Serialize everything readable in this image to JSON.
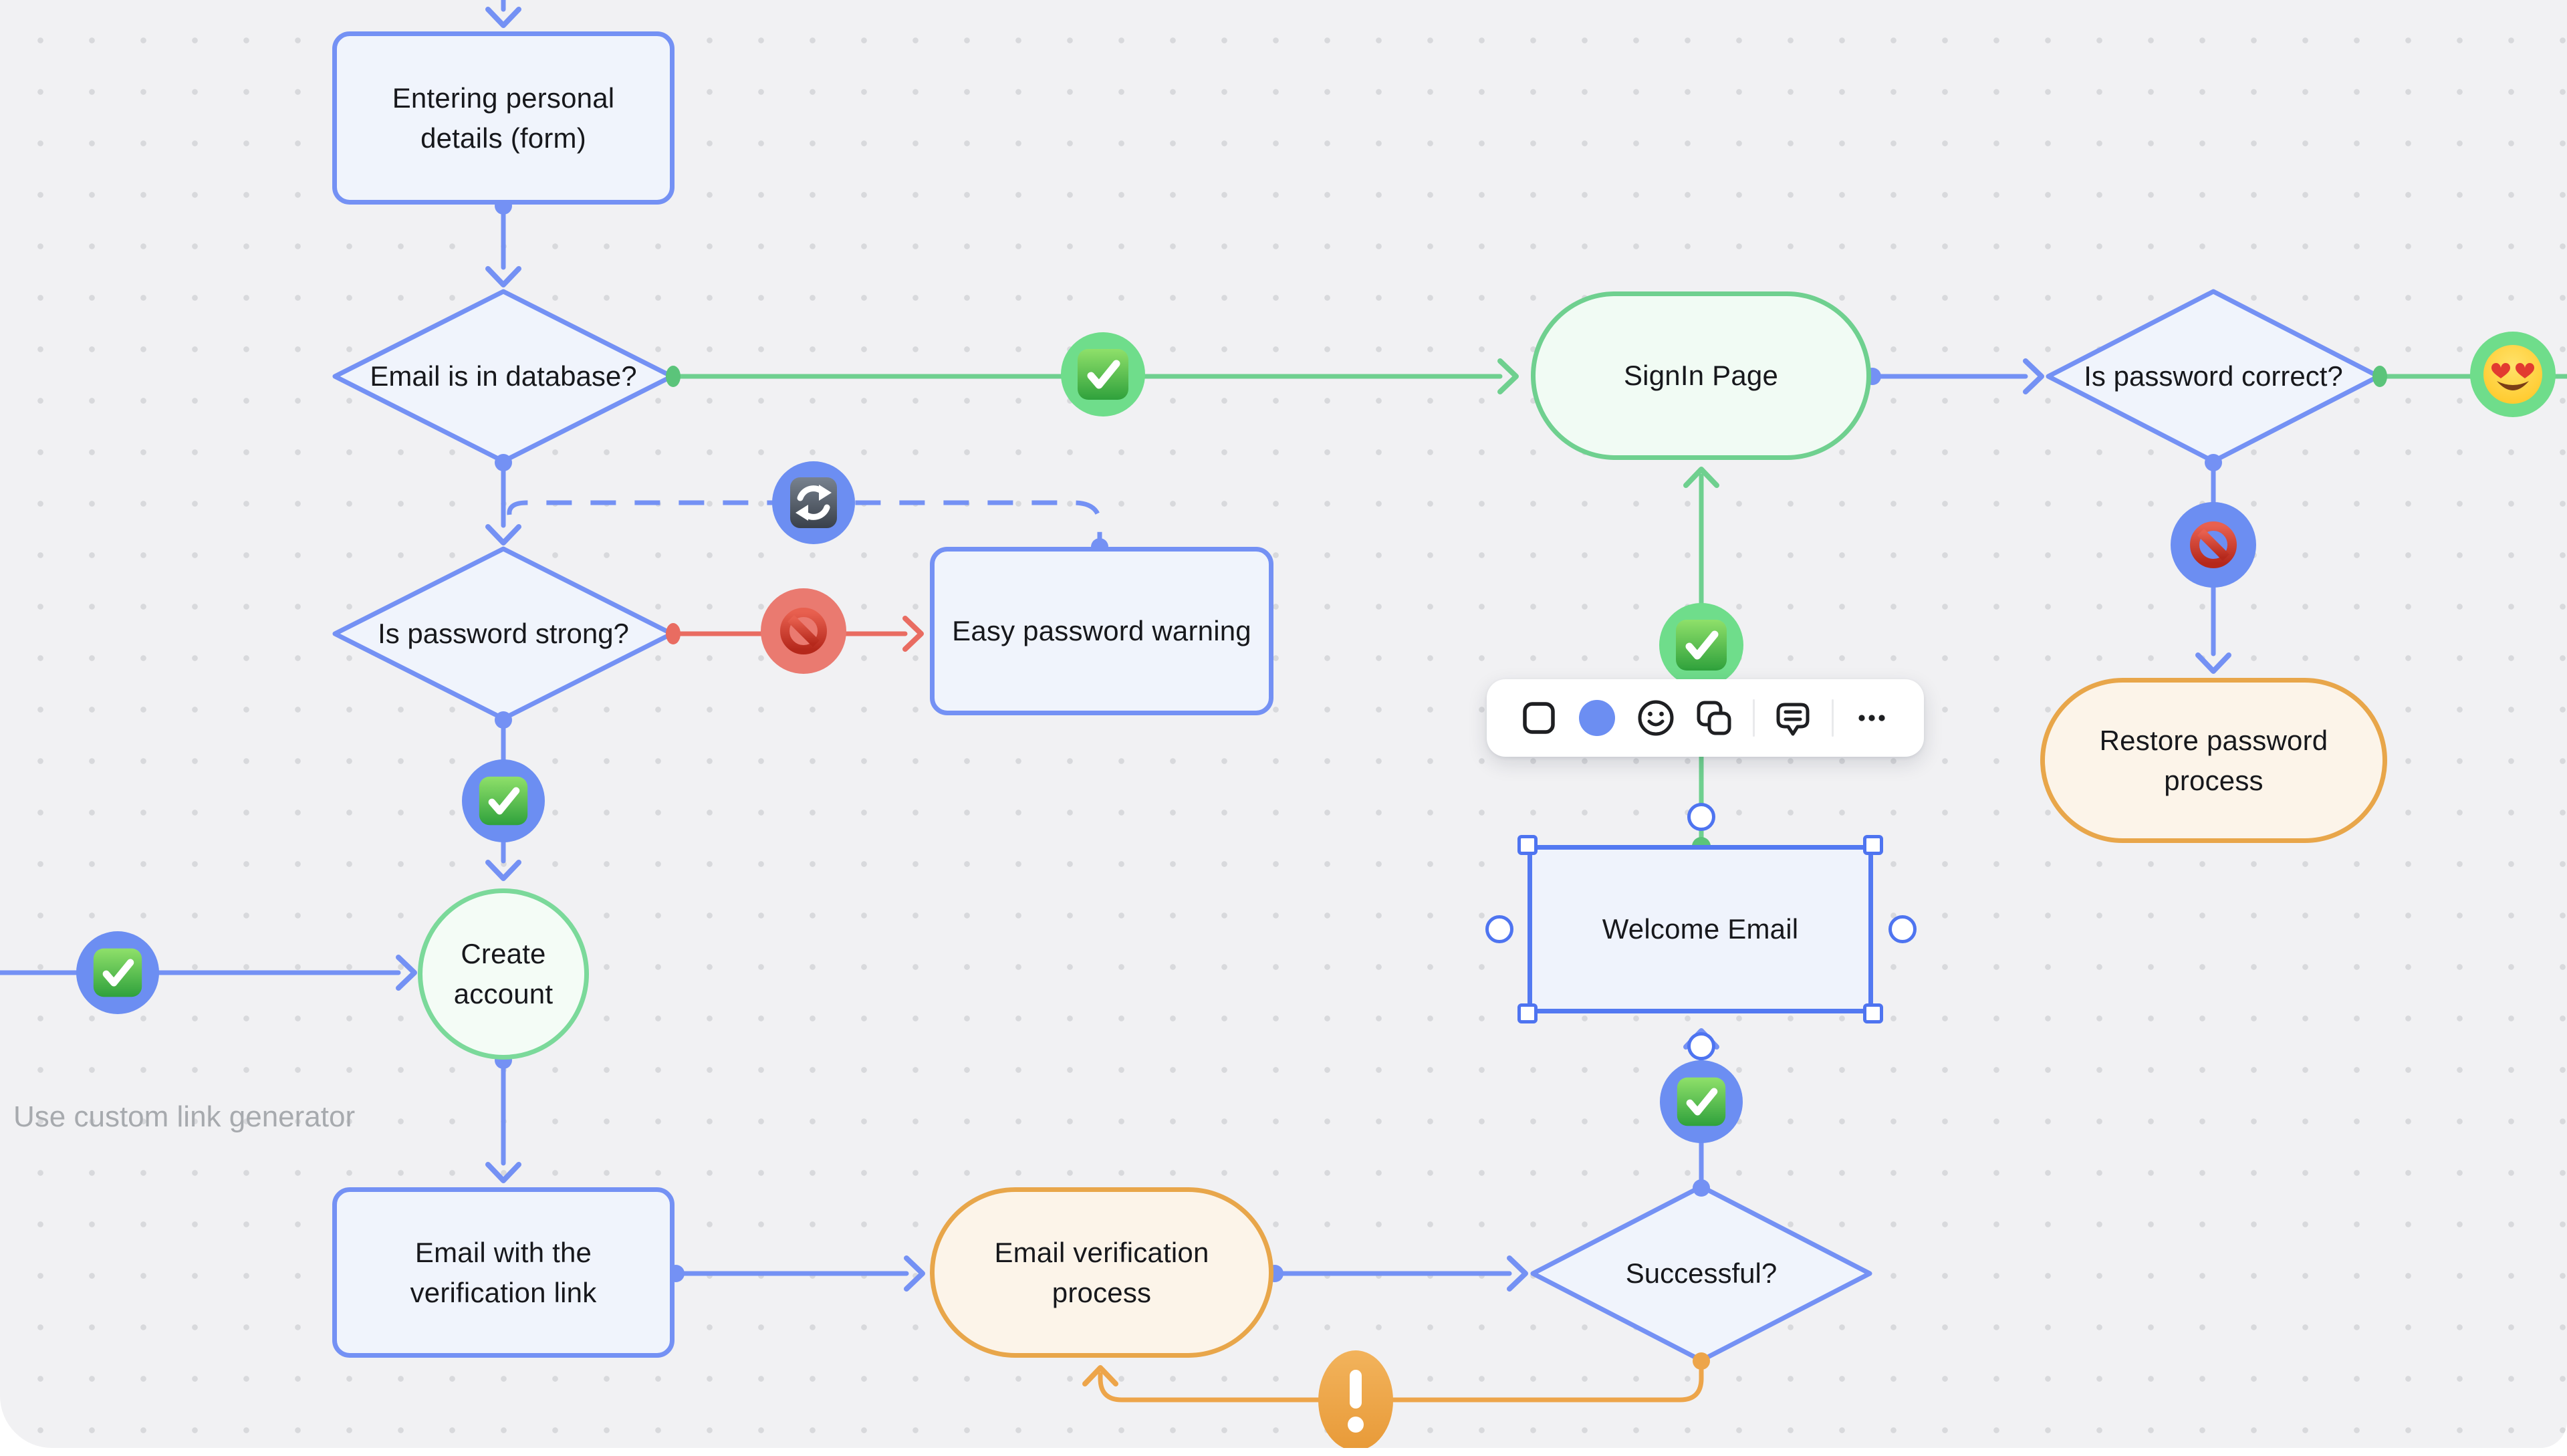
{
  "app": {
    "type": "flowchart-whiteboard-canvas"
  },
  "canvas": {
    "annotation": "Use custom link generator"
  },
  "nodes": {
    "entering": {
      "label": "Entering personal details (form)",
      "shape": "rectangle",
      "color": "blue"
    },
    "email_db": {
      "label": "Email is in database?",
      "shape": "diamond",
      "color": "blue"
    },
    "signin": {
      "label": "SignIn Page",
      "shape": "stadium",
      "color": "green"
    },
    "pwd_correct": {
      "label": "Is password correct?",
      "shape": "diamond",
      "color": "blue"
    },
    "pwd_strong": {
      "label": "Is password strong?",
      "shape": "diamond",
      "color": "blue"
    },
    "warning": {
      "label": "Easy password warning",
      "shape": "rectangle",
      "color": "blue"
    },
    "restore": {
      "label": "Restore password process",
      "shape": "stadium",
      "color": "orange"
    },
    "create": {
      "label": "Create account",
      "shape": "circle",
      "color": "green"
    },
    "welcome": {
      "label": "Welcome Email",
      "shape": "rectangle",
      "color": "blue",
      "selected": true
    },
    "email_link": {
      "label": "Email with the verification link",
      "shape": "rectangle",
      "color": "blue"
    },
    "verification": {
      "label": "Email verification process",
      "shape": "stadium",
      "color": "orange"
    },
    "successful": {
      "label": "Successful?",
      "shape": "diamond",
      "color": "blue"
    }
  },
  "badges": [
    {
      "icon": "check-emoji",
      "bg": "green",
      "on": "email_db to signin"
    },
    {
      "icon": "refresh-emoji",
      "bg": "blue",
      "on": "dashed retry to warning"
    },
    {
      "icon": "no-entry-emoji",
      "bg": "red",
      "on": "pwd_strong to warning"
    },
    {
      "icon": "check-emoji",
      "bg": "blue",
      "on": "pwd_strong to create"
    },
    {
      "icon": "check-emoji",
      "bg": "blue",
      "on": "left edge to create"
    },
    {
      "icon": "check-emoji",
      "bg": "green",
      "on": "signin to welcome"
    },
    {
      "icon": "check-emoji",
      "bg": "blue",
      "on": "welcome to successful"
    },
    {
      "icon": "no-entry-emoji",
      "bg": "blue",
      "on": "pwd_correct to restore"
    },
    {
      "icon": "heart-eyes-emoji",
      "bg": "green",
      "on": "pwd_correct yes exit"
    },
    {
      "icon": "exclamation-emoji",
      "bg": "orange",
      "on": "successful retry loop"
    }
  ],
  "toolbar": {
    "items": [
      {
        "icon": "shape-square"
      },
      {
        "icon": "color-swatch",
        "color": "#6C8EF2"
      },
      {
        "icon": "emoji-smiley"
      },
      {
        "icon": "duplicate-copy"
      },
      {
        "icon": "comment-bubble"
      },
      {
        "icon": "more-ellipsis"
      }
    ]
  },
  "colors": {
    "edge_blue": "#7491F4",
    "edge_green": "#6FD08F",
    "edge_red": "#E96C61",
    "edge_orange": "#EDA54A",
    "node_blue_fill": "#F0F4FC",
    "node_green_fill": "#F1FBF4",
    "node_orange_fill": "#FCF4E9",
    "selection_blue": "#4E74F0",
    "canvas_bg": "#F1F1F3"
  }
}
